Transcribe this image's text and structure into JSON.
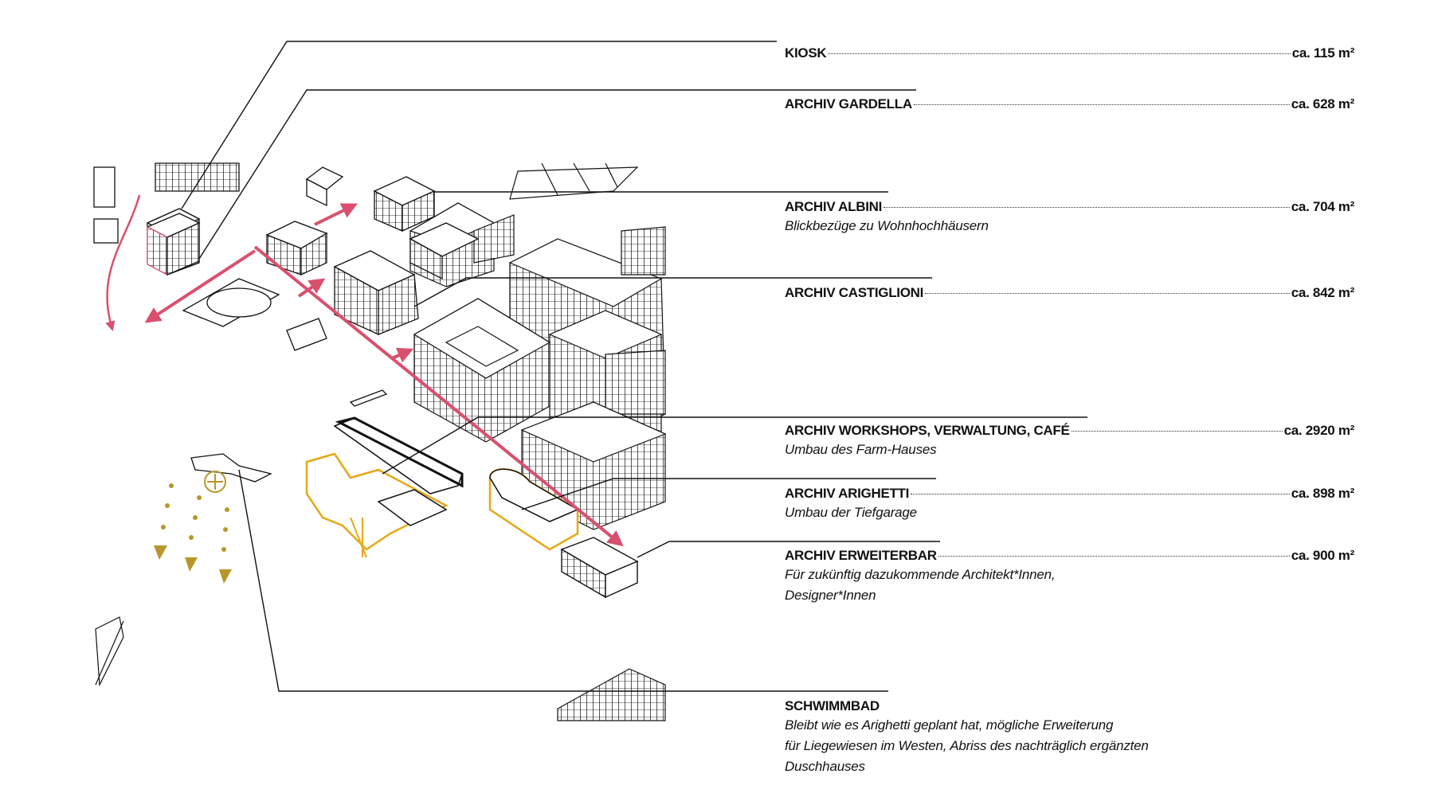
{
  "legend": {
    "kiosk": {
      "name": "KIOSK",
      "area": "ca. 115 m²"
    },
    "gardella": {
      "name": "ARCHIV GARDELLA",
      "area": "ca. 628 m²"
    },
    "albini": {
      "name": "ARCHIV ALBINI",
      "area": "ca. 704 m²",
      "note": "Blickbezüge zu Wohnhochhäusern"
    },
    "castiglioni": {
      "name": "ARCHIV CASTIGLIONI",
      "area": "ca. 842 m²"
    },
    "workshops": {
      "name": "ARCHIV WORKSHOPS, VERWALTUNG, CAFÉ",
      "area": "ca. 2920 m²",
      "note": "Umbau des Farm-Hauses"
    },
    "arighetti": {
      "name": "ARCHIV ARIGHETTI",
      "area": "ca. 898 m²",
      "note": "Umbau der Tiefgarage"
    },
    "erweiterbar": {
      "name": "ARCHIV ERWEITERBAR",
      "area": "ca. 900 m²",
      "note1": "Für zukünftig dazukommende Architekt*Innen,",
      "note2": "Designer*Innen"
    },
    "schwimmbad": {
      "name": "SCHWIMMBAD",
      "note1": "Bleibt wie es Arighetti geplant hat, mögliche Erweiterung",
      "note2": "für Liegewiesen im Westen, Abriss des nachträglich ergänzten",
      "note3": "Duschhauses"
    }
  },
  "colors": {
    "ink": "#111111",
    "route": "#d9506e",
    "highlight": "#e6a817",
    "marker": "#b8962a"
  }
}
